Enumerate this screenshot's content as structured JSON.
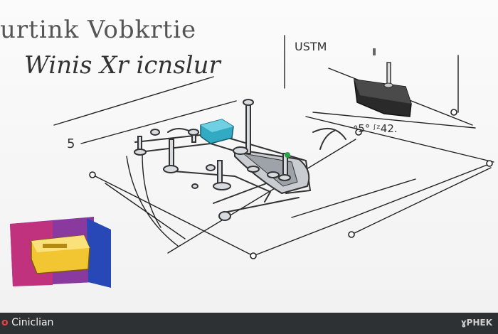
{
  "heading": {
    "title": "urtink Vobkrtie",
    "subtitle": "Winis Xr icnslur"
  },
  "labels": {
    "top_right": "USTM",
    "middle": "ᶱ5° ᶴᶻ42.",
    "left": "5"
  },
  "footer": {
    "left_glyph": "o",
    "left_text": " Ciniclian",
    "right_text": "ɣPHEK"
  },
  "colors": {
    "teal_box": "#33aac4",
    "purple_panel": "#8a3a9f",
    "blue_panel": "#2848b8",
    "yellow_box": "#f2c533",
    "footer_bg": "#2e3134"
  }
}
